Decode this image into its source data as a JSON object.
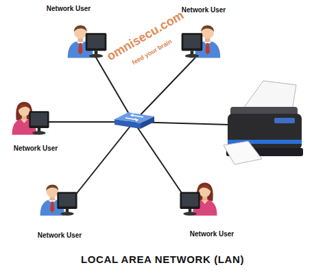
{
  "diagram": {
    "title": "LOCAL AREA NETWORK (LAN)",
    "nodes": [
      {
        "text": [
          "Network User"
        ]
      },
      {
        "text": [
          "Network User"
        ]
      },
      {
        "text": [
          "Network User"
        ]
      },
      {
        "text": [
          "Network User"
        ]
      },
      {
        "text": [
          "Network User"
        ]
      }
    ],
    "labels": [
      "omnisecu.com",
      "feed your brain"
    ]
  }
}
